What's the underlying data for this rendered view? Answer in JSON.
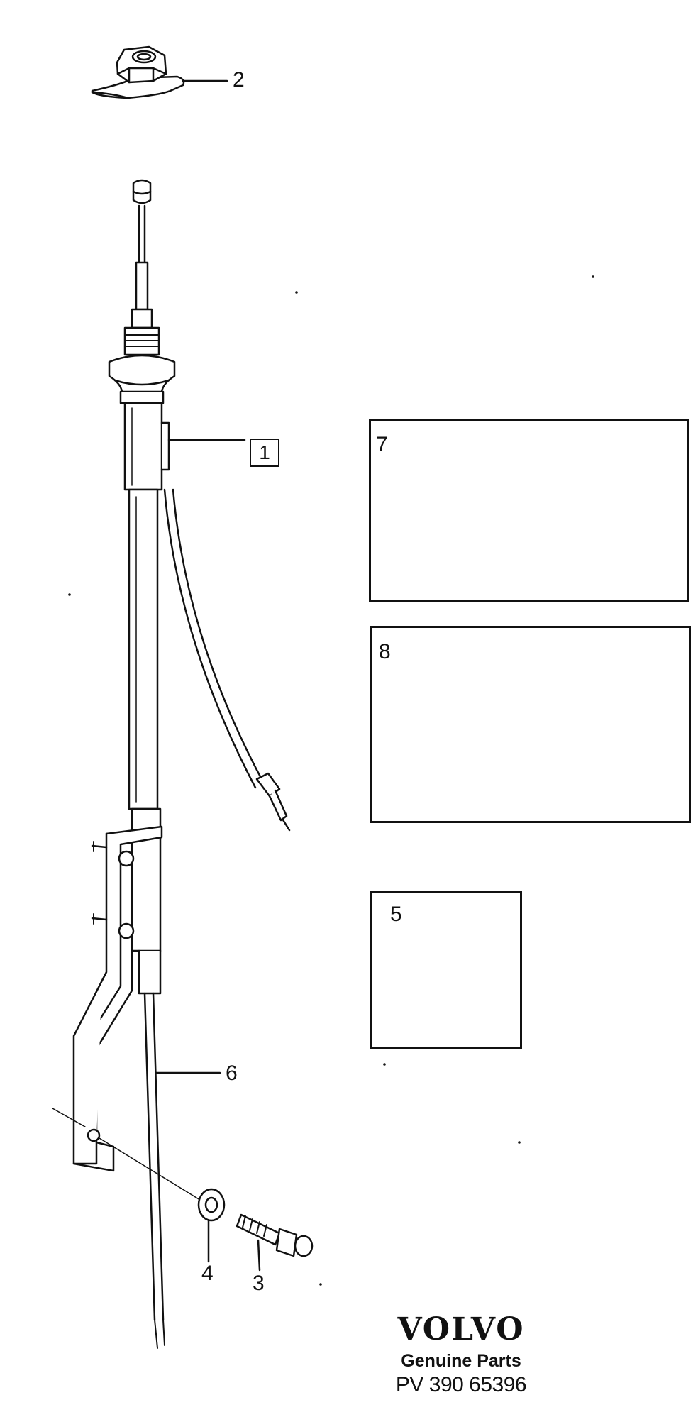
{
  "callouts": {
    "c1": "1",
    "c2": "2",
    "c3": "3",
    "c4": "4",
    "c5": "5",
    "c6": "6",
    "c7": "7",
    "c8": "8"
  },
  "brand": {
    "logo": "VOLVO",
    "subtitle": "Genuine Parts",
    "code": "PV 390 65396"
  }
}
